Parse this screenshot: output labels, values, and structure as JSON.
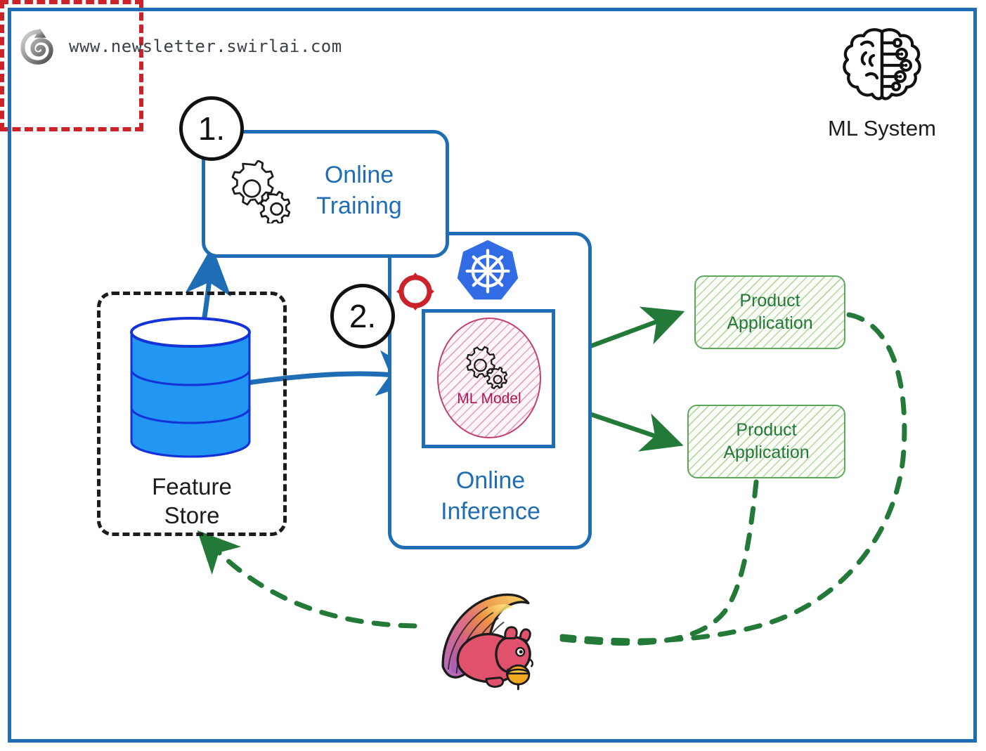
{
  "page": {
    "border_color": "#1f6eb5",
    "background": "#ffffff"
  },
  "brand": {
    "logo_icon": "swirl-spiral-logo",
    "url": "www.newsletter.swirlai.com"
  },
  "header_badge": {
    "icon": "brain-circuit-icon",
    "label": "ML System"
  },
  "steps": [
    {
      "id": "step-1",
      "label": "1."
    },
    {
      "id": "step-2",
      "label": "2."
    }
  ],
  "nodes": {
    "online_training": {
      "label": "Online\nTraining",
      "icon": "gears-icon",
      "color": "#1f6eb5",
      "border_style": "solid"
    },
    "online_inference": {
      "label": "Online\nInference",
      "color": "#1f6eb5",
      "border_style": "solid",
      "platform_icon": "kubernetes-icon",
      "sync_icon": "cycle-refresh-icon"
    },
    "ml_model": {
      "label": "ML Model",
      "icon": "gears-icon",
      "text_color": "#b01555",
      "fill": "pink-hatch"
    },
    "feature_store": {
      "label": "Feature\nStore",
      "icon": "database-cylinder-icon",
      "icon_color": "#2196f3",
      "border_style": "dashed",
      "border_color": "#1c1c1c"
    },
    "stream_processor": {
      "icon": "apache-flink-squirrel-icon",
      "border_style": "dashed",
      "border_color": "#cc2229"
    }
  },
  "product_applications": [
    {
      "label": "Product\nApplication"
    },
    {
      "label": "Product\nApplication"
    }
  ],
  "edges": [
    {
      "from": "feature_store",
      "to": "online_training",
      "style": "solid",
      "color": "#1f6eb5"
    },
    {
      "from": "feature_store",
      "to": "ml_model",
      "style": "solid",
      "color": "#1f6eb5"
    },
    {
      "from": "online_inference",
      "to": "product_application_1",
      "style": "solid",
      "color": "#237a38"
    },
    {
      "from": "online_inference",
      "to": "product_application_2",
      "style": "solid",
      "color": "#237a38"
    },
    {
      "from": "product_application_1",
      "to": "stream_processor",
      "style": "dashed",
      "color": "#237a38"
    },
    {
      "from": "product_application_2",
      "to": "stream_processor",
      "style": "dashed",
      "color": "#237a38"
    },
    {
      "from": "stream_processor",
      "to": "feature_store",
      "style": "dashed",
      "color": "#237a38"
    }
  ],
  "colors": {
    "accent_blue": "#1f6eb5",
    "green": "#237a38",
    "red": "#cc2229",
    "pink": "#b01555",
    "kubernetes_blue": "#326ce5"
  }
}
